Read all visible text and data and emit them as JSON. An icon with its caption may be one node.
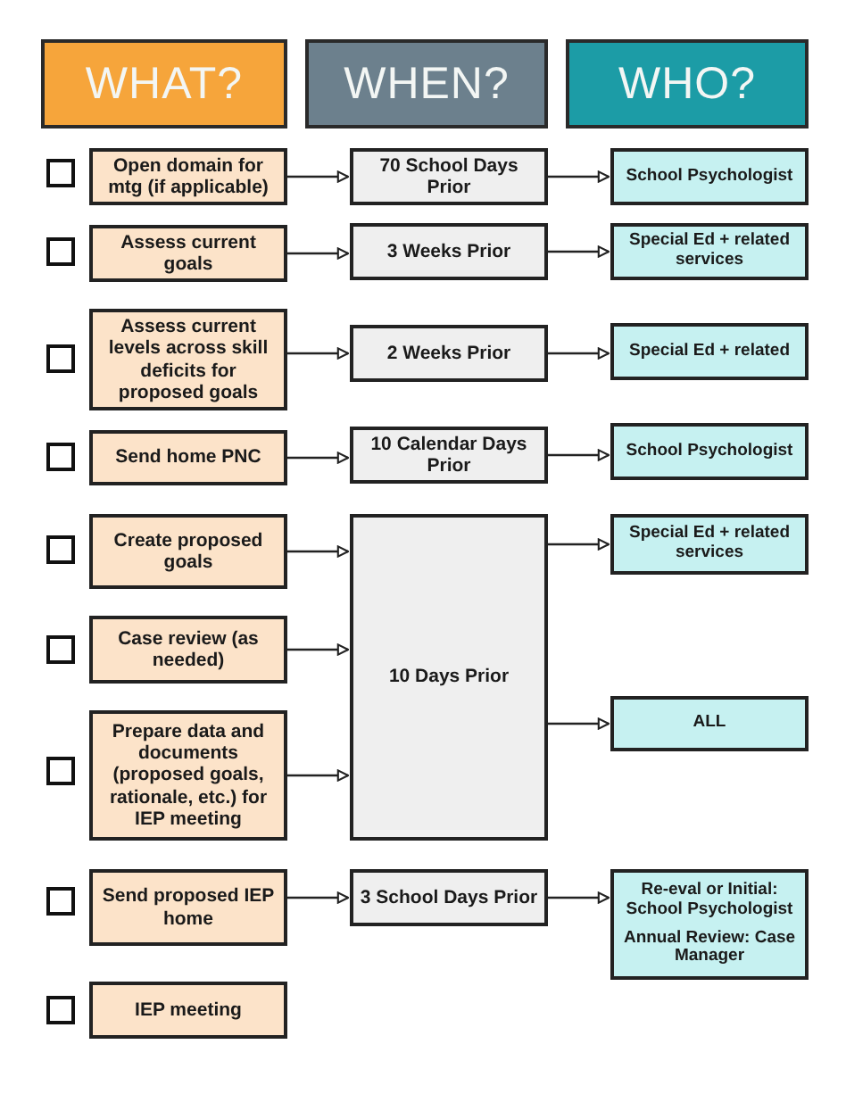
{
  "diagram": {
    "nodes": [
      {
        "text": [
          "WHAT?"
        ]
      },
      {
        "text": [
          "WHEN?"
        ]
      },
      {
        "text": [
          "WHO?"
        ]
      },
      {
        "text": [
          "Open domain for mtg (if applicable)"
        ]
      },
      {
        "text": [
          "70 School Days Prior"
        ]
      },
      {
        "text": [
          "School Psychologist"
        ]
      },
      {
        "text": [
          "Assess current goals"
        ]
      },
      {
        "text": [
          "3 Weeks Prior"
        ]
      },
      {
        "text": [
          "Special Ed + related services"
        ]
      },
      {
        "text": [
          "Assess current levels across skill deficits for proposed goals"
        ]
      },
      {
        "text": [
          "2 Weeks Prior"
        ]
      },
      {
        "text": [
          "Special Ed + related"
        ]
      },
      {
        "text": [
          "Send home PNC"
        ]
      },
      {
        "text": [
          "10 Calendar Days Prior"
        ]
      },
      {
        "text": [
          "School Psychologist"
        ]
      },
      {
        "text": [
          "Create proposed goals"
        ]
      },
      {
        "text": [
          "10 Days Prior"
        ]
      },
      {
        "text": [
          "Special Ed + related services"
        ]
      },
      {
        "text": [
          "Case review (as needed)"
        ]
      },
      {
        "text": [
          "Prepare data and documents (proposed goals, rationale, etc.) for IEP meeting"
        ]
      },
      {
        "text": [
          "ALL"
        ]
      },
      {
        "text": [
          "Send proposed IEP home"
        ]
      },
      {
        "text": [
          "3 School Days Prior"
        ]
      },
      {
        "text": [
          "Re-eval or Initial: School Psychologist",
          "Annual Review: Case Manager"
        ]
      },
      {
        "text": [
          "IEP meeting"
        ]
      }
    ],
    "edges": [
      {
        "from": 3,
        "to": 4,
        "arrow": "to"
      },
      {
        "from": 4,
        "to": 5,
        "arrow": "to"
      },
      {
        "from": 6,
        "to": 7,
        "arrow": "to"
      },
      {
        "from": 7,
        "to": 8,
        "arrow": "to"
      },
      {
        "from": 9,
        "to": 10,
        "arrow": "to"
      },
      {
        "from": 10,
        "to": 11,
        "arrow": "to"
      },
      {
        "from": 12,
        "to": 13,
        "arrow": "to"
      },
      {
        "from": 13,
        "to": 14,
        "arrow": "to"
      },
      {
        "from": 15,
        "to": 16,
        "arrow": "to"
      },
      {
        "from": 16,
        "to": 17,
        "arrow": "to"
      },
      {
        "from": 18,
        "to": 16,
        "arrow": "to"
      },
      {
        "from": 19,
        "to": 16,
        "arrow": "to"
      },
      {
        "from": 16,
        "to": 20,
        "arrow": "to"
      },
      {
        "from": 21,
        "to": 22,
        "arrow": "to"
      },
      {
        "from": 22,
        "to": 23,
        "arrow": "to"
      }
    ]
  }
}
